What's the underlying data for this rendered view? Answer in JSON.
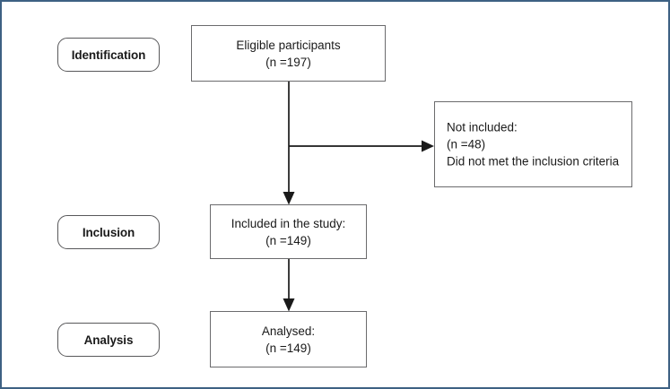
{
  "figure": {
    "kind": "participant-flow-diagram",
    "frame_border_color": "#3d6183",
    "box_border_color": "#6b6b6d",
    "pill_border_color": "#58585a",
    "text_color": "#1a1a1a",
    "connector_color": "#1a1a1a",
    "background_color": "#ffffff"
  },
  "stages": [
    {
      "id": "identification",
      "label": "Identification"
    },
    {
      "id": "inclusion",
      "label": "Inclusion"
    },
    {
      "id": "analysis",
      "label": "Analysis"
    }
  ],
  "nodes": {
    "eligible": {
      "line1": "Eligible participants",
      "line2": "(n =197)",
      "text": "Eligible participants\n(n =197)",
      "count": 197
    },
    "excluded": {
      "line1": "Not included:",
      "line2": "(n =48)",
      "line3": "Did not met the inclusion criteria",
      "text": "Not included:\n(n =48)\nDid not met the inclusion criteria",
      "count": 48
    },
    "included": {
      "line1": "Included in the study:",
      "line2": "(n =149)",
      "text": "Included in the study:\n(n =149)",
      "count": 149
    },
    "analysed": {
      "line1": "Analysed:",
      "line2": "(n =149)",
      "text": "Analysed:\n(n =149)",
      "count": 149
    }
  },
  "connectors": [
    {
      "id": "eligible-to-included",
      "from": "eligible",
      "to": "included",
      "kind": "vertical-arrow"
    },
    {
      "id": "eligible-to-excluded",
      "from": "eligible",
      "to": "excluded",
      "kind": "horizontal-branch-arrow"
    },
    {
      "id": "included-to-analysed",
      "from": "included",
      "to": "analysed",
      "kind": "vertical-arrow"
    }
  ]
}
